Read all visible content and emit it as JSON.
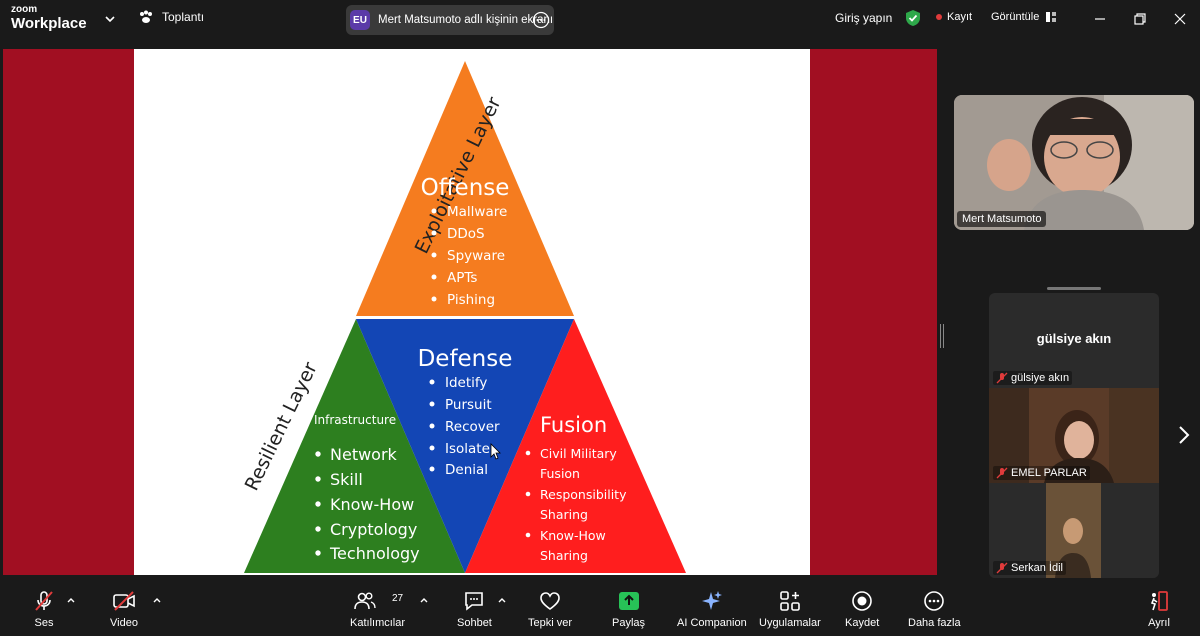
{
  "app": {
    "brand_top": "zoom",
    "brand_bottom": "Workplace",
    "meeting_label": "Toplantı"
  },
  "share_banner": {
    "initials": "EU",
    "text": "Mert Matsumoto adlı kişinin ekranı"
  },
  "header": {
    "signin": "Giriş yapın",
    "record": "Kayıt",
    "view": "Görüntüle"
  },
  "slide": {
    "top_title": "Offense",
    "top_items": [
      "Mallware",
      "DDoS",
      "Spyware",
      "APTs",
      "Pishing"
    ],
    "left_layer": "Exploitative Layer",
    "bottom_left_layer": "Resilient Layer",
    "infra_title": "Infrastructure",
    "infra_items": [
      "Network",
      "Skill",
      "Know-How",
      "Cryptology",
      "Technology"
    ],
    "middle_title": "Defense",
    "middle_items": [
      "Idetify",
      "Pursuit",
      "Recover",
      "Isolate",
      "Denial"
    ],
    "right_title": "Fusion",
    "right_items_lines": [
      [
        "Civil Military",
        "Fusion"
      ],
      [
        "Responsibility",
        "Sharing"
      ],
      [
        "Know-How",
        "Sharing"
      ]
    ]
  },
  "participants": {
    "active": "Mert Matsumoto",
    "tiles": [
      {
        "name": "gülsiye akın",
        "big": "gülsiye akın"
      },
      {
        "name": "EMEL PARLAR"
      },
      {
        "name": "Serkan İdil"
      }
    ]
  },
  "toolbar": {
    "audio": "Ses",
    "video": "Video",
    "participants": "Katılımcılar",
    "participants_count": "27",
    "chat": "Sohbet",
    "react": "Tepki ver",
    "share": "Paylaş",
    "ai": "AI Companion",
    "apps": "Uygulamalar",
    "record": "Kaydet",
    "more": "Daha fazla",
    "leave": "Ayrıl"
  },
  "colors": {
    "offense": "#f57c1f",
    "defense": "#1346b5",
    "fusion": "#ff1e1e",
    "infra": "#2d7f1f",
    "share_bg": "#a10f22",
    "shield": "#2ea84a",
    "accent_green": "#27c257"
  }
}
